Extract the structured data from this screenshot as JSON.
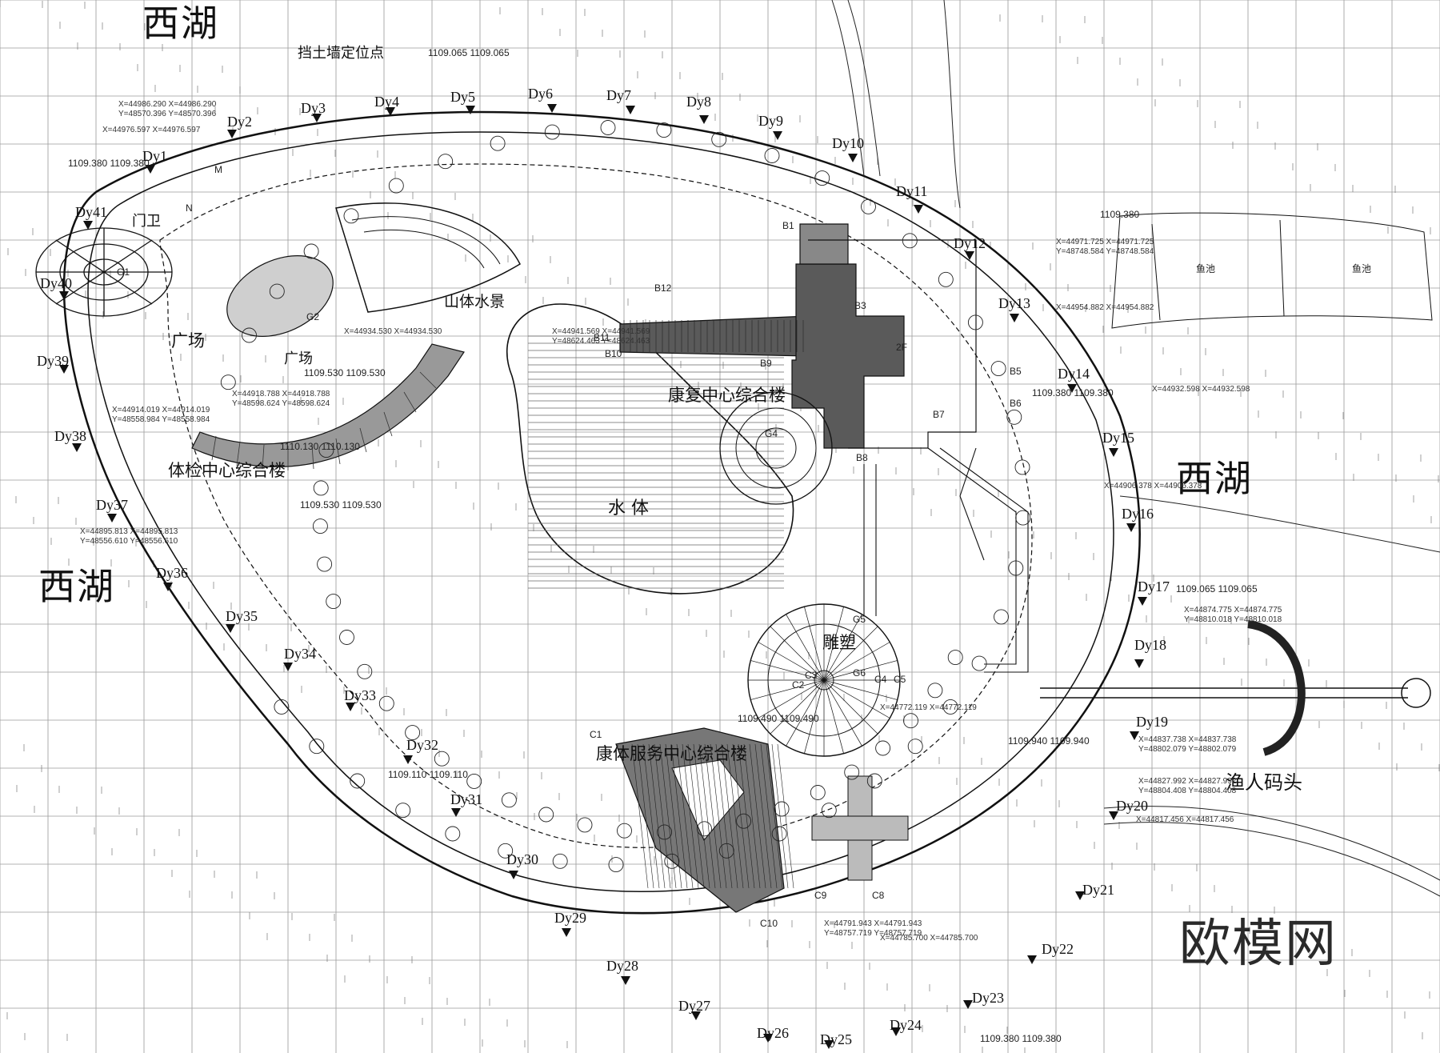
{
  "labels": {
    "lake_nw": "西湖",
    "lake_w": "西湖",
    "lake_e": "西湖",
    "retaining_wall": "挡土墙定位点",
    "gate": "门卫",
    "plaza_a": "广场",
    "plaza_b": "广场",
    "mountain_water": "山体水景",
    "physical_center": "体检中心综合楼",
    "rehab_center": "康复中心综合楼",
    "water_body": "水 体",
    "sculpture": "雕塑",
    "service_center": "康体服务中心综合楼",
    "fish_pond_a": "鱼池",
    "fish_pond_b": "鱼池",
    "fisherman_pier": "渔人码头",
    "watermark": "欧模网"
  },
  "elevations": [
    "1109.065 1109.065",
    "1109.380 1109.380",
    "1109.380",
    "1109.530 1109.530",
    "1110.130 1110.130",
    "1109.530 1109.530",
    "1109.065 1109.065",
    "1109.380 1109.380",
    "1109.940 1109.940",
    "1109.490 1109.490",
    "1109.110 1109.110",
    "1109.380 1109.380"
  ],
  "dy_points": [
    "Dy1",
    "Dy2",
    "Dy3",
    "Dy4",
    "Dy5",
    "Dy6",
    "Dy7",
    "Dy8",
    "Dy9",
    "Dy10",
    "Dy11",
    "Dy12",
    "Dy13",
    "Dy14",
    "Dy15",
    "Dy16",
    "Dy17",
    "Dy18",
    "Dy19",
    "Dy20",
    "Dy21",
    "Dy22",
    "Dy23",
    "Dy24",
    "Dy25",
    "Dy26",
    "Dy27",
    "Dy28",
    "Dy29",
    "Dy30",
    "Dy31",
    "Dy32",
    "Dy33",
    "Dy34",
    "Dy35",
    "Dy36",
    "Dy37",
    "Dy38",
    "Dy39",
    "Dy40",
    "Dy41"
  ],
  "point_codes": [
    "B1",
    "B3",
    "B5",
    "B6",
    "B7",
    "B8",
    "B9",
    "B10",
    "B11",
    "B12",
    "C1",
    "C2",
    "C3",
    "C4",
    "C5",
    "C8",
    "C9",
    "C10",
    "G1",
    "G2",
    "G4",
    "G5",
    "G6",
    "M",
    "N",
    "2F"
  ],
  "coords": [
    "X=44986.290 X=44986.290",
    "Y=48570.396 Y=48570.396",
    "X=44976.597 X=44976.597",
    "X=44934.530 X=44934.530",
    "X=44941.569 X=44941.569",
    "Y=48624.463 Y=48624.463",
    "X=44918.788 X=44918.788",
    "Y=48598.624 Y=48598.624",
    "X=44914.019 X=44914.019",
    "Y=48558.984 Y=48558.984",
    "X=44895.813 X=44895.813",
    "Y=48556.610 Y=48556.610",
    "X=44971.725 X=44971.725",
    "Y=48748.584 Y=48748.584",
    "X=44954.882 X=44954.882",
    "X=44932.598 X=44932.598",
    "X=44906.378 X=44906.378",
    "X=44874.775 X=44874.775",
    "Y=48810.018 Y=48810.018",
    "X=44837.738 X=44837.738",
    "Y=48802.079 Y=48802.079",
    "X=44827.992 X=44827.992",
    "Y=48804.408 Y=48804.408",
    "X=44817.456 X=44817.456",
    "X=44791.943 X=44791.943",
    "Y=48757.719 Y=48757.719",
    "X=44785.700 X=44785.700",
    "X=44772.119 X=44772.119"
  ]
}
